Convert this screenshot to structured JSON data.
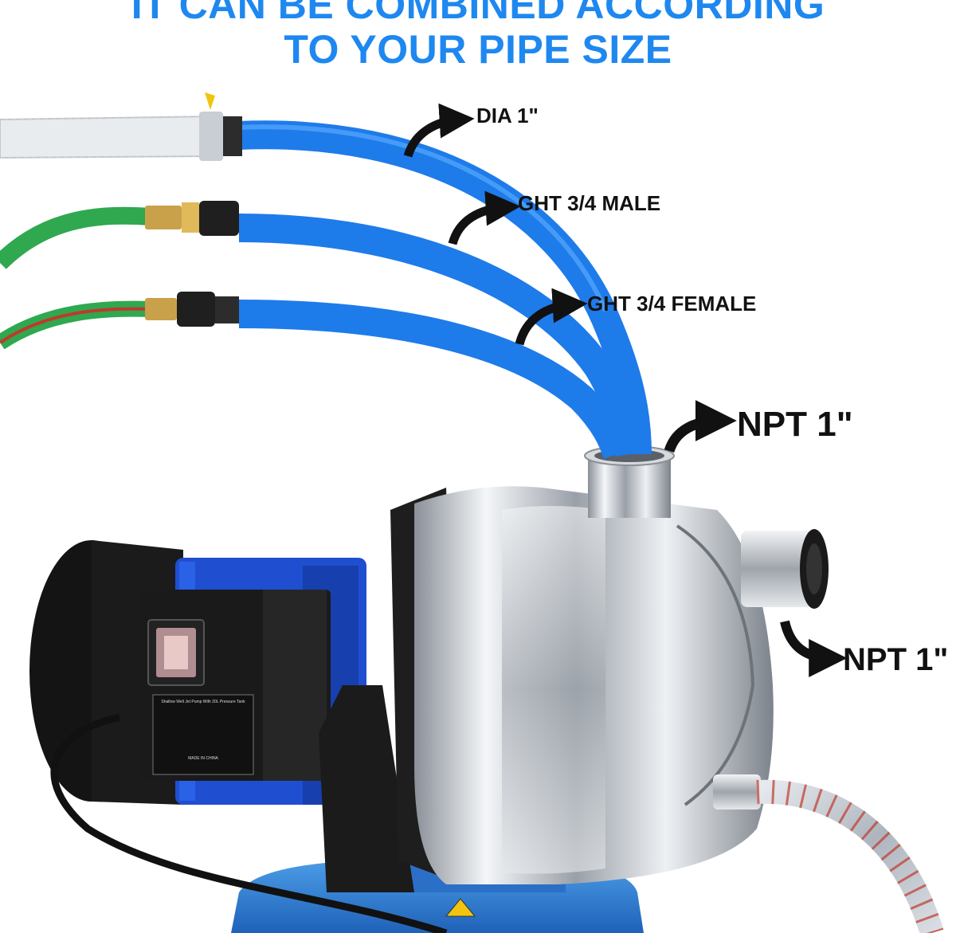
{
  "headline": {
    "line1": "IT CAN BE COMBINED ACCORDING",
    "line2": "TO YOUR PIPE SIZE",
    "color": "#1E88F0"
  },
  "callouts": {
    "dia": "DIA 1\"",
    "ght_male": "GHT 3/4 MALE",
    "ght_female": "GHT 3/4 FEMALE",
    "npt_top": "NPT 1\"",
    "npt_side": "NPT 1\""
  },
  "nameplate": {
    "title": "Shallow Well Jet Pump With 20L Pressure Tank",
    "made_in": "MADE IN CHINA"
  },
  "colors": {
    "hose_blue": "#1E7BEA",
    "motor_blue": "#1F4FD0",
    "steel": "#C9CED4",
    "tank_blue": "#2E7FD6",
    "garden_green": "#2FA84F"
  }
}
